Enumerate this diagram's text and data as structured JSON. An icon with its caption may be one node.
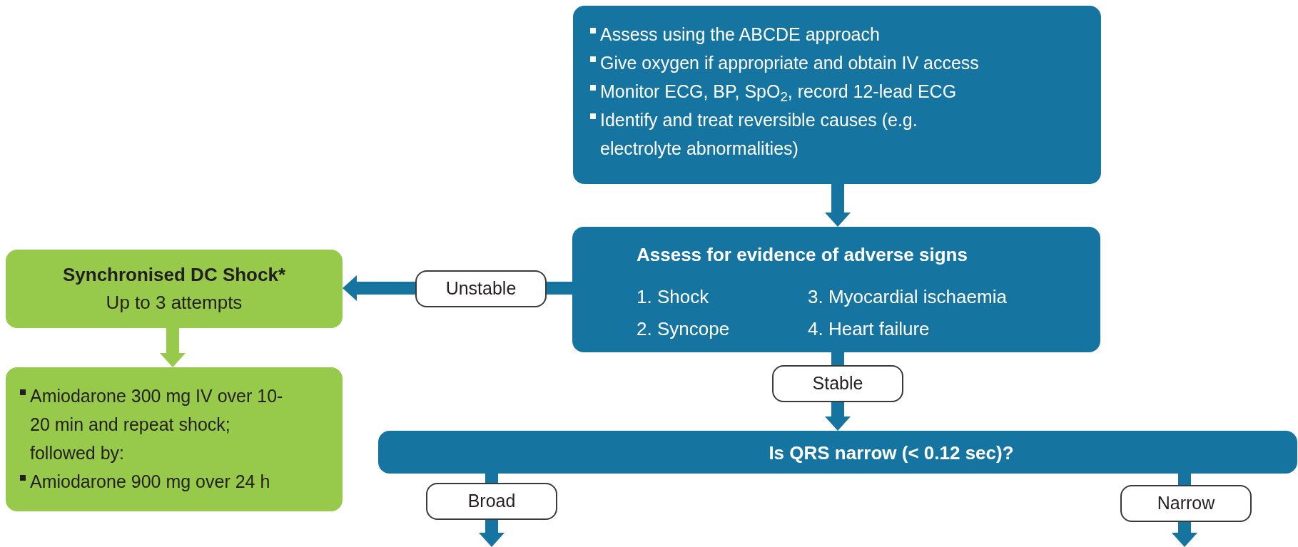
{
  "diagram": {
    "nodes": [
      {
        "text": [
          "Assess using the ABCDE approach",
          "Give oxygen if appropriate and obtain IV access",
          "Monitor ECG, BP, SpO$_{2}$, record 12-lead ECG",
          "Identify and treat reversible causes (e.g. electrolyte abnormalities)"
        ]
      },
      {
        "text": [
          "Assess for evidence of adverse signs",
          "1. Shock",
          "2. Syncope",
          "3. Myocardial ischaemia",
          "4. Heart failure"
        ]
      },
      {
        "text": [
          "Synchronised DC Shock*",
          "Up to 3 attempts"
        ]
      },
      {
        "text": [
          "Amiodarone 300 mg IV over 10-20 min and repeat shock; followed by:",
          "Amiodarone 900 mg over 24 h"
        ]
      },
      {
        "text": [
          "Is QRS narrow (< 0.12 sec)?"
        ]
      }
    ],
    "edges": [
      {
        "from": 0,
        "to": 1,
        "arrow": "to"
      },
      {
        "from": 1,
        "to": 2,
        "arrow": "to",
        "label": "Unstable"
      },
      {
        "from": 2,
        "to": 3,
        "arrow": "to",
        "color": "#97c94a"
      },
      {
        "from": 1,
        "to": 4,
        "arrow": "to",
        "label": "Stable"
      },
      {
        "from": 4,
        "to": null,
        "arrow": "to",
        "label": "Broad"
      },
      {
        "from": 4,
        "to": null,
        "arrow": "to",
        "label": "Narrow"
      }
    ]
  }
}
